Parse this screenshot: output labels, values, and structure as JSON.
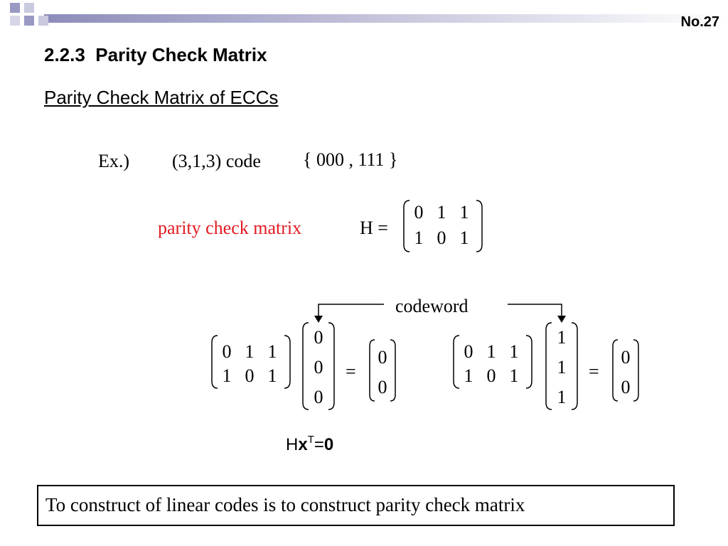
{
  "slide_number": "No.27",
  "heading": {
    "number": "2.2.3",
    "title": "Parity Check Matrix"
  },
  "subheading": "Parity Check Matrix of ECCs",
  "example": {
    "prefix": "Ex.)",
    "code_label": "(3,1,3) code",
    "codewords": "{ 000 , 111 }"
  },
  "parity_label": "parity check matrix",
  "h_label": "H =",
  "H": [
    [
      "0",
      "1",
      "1"
    ],
    [
      "1",
      "0",
      "1"
    ]
  ],
  "codeword_label": "codeword",
  "products": [
    {
      "matrix": [
        [
          "0",
          "1",
          "1"
        ],
        [
          "1",
          "0",
          "1"
        ]
      ],
      "vector": [
        "0",
        "0",
        "0"
      ],
      "equals": "=",
      "result": [
        "0",
        "0"
      ]
    },
    {
      "matrix": [
        [
          "0",
          "1",
          "1"
        ],
        [
          "1",
          "0",
          "1"
        ]
      ],
      "vector": [
        "1",
        "1",
        "1"
      ],
      "equals": "=",
      "result": [
        "0",
        "0"
      ]
    }
  ],
  "formula": {
    "H": "H",
    "x": "x",
    "T": "T",
    "eq": "=",
    "zero": "0"
  },
  "note": "To construct of linear codes is to construct parity check matrix",
  "colors": {
    "accent": "#e31b23",
    "bar_dark": "#8a8ab8",
    "bar_light": "#ffffff"
  }
}
